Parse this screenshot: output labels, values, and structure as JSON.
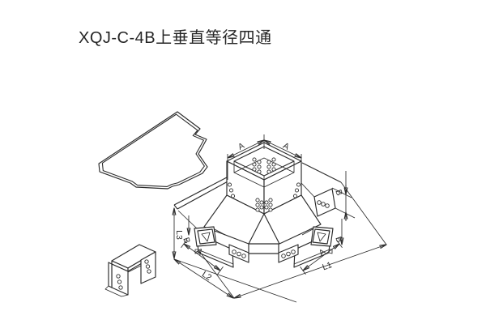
{
  "title": "XQJ-C-4B上垂直等径四通",
  "drawing": {
    "line_color": "#2b2b2b",
    "background": "#ffffff",
    "labels": {
      "a": "A",
      "b": "B",
      "l1": "L1",
      "l2": "L2",
      "l3": "L3"
    }
  }
}
